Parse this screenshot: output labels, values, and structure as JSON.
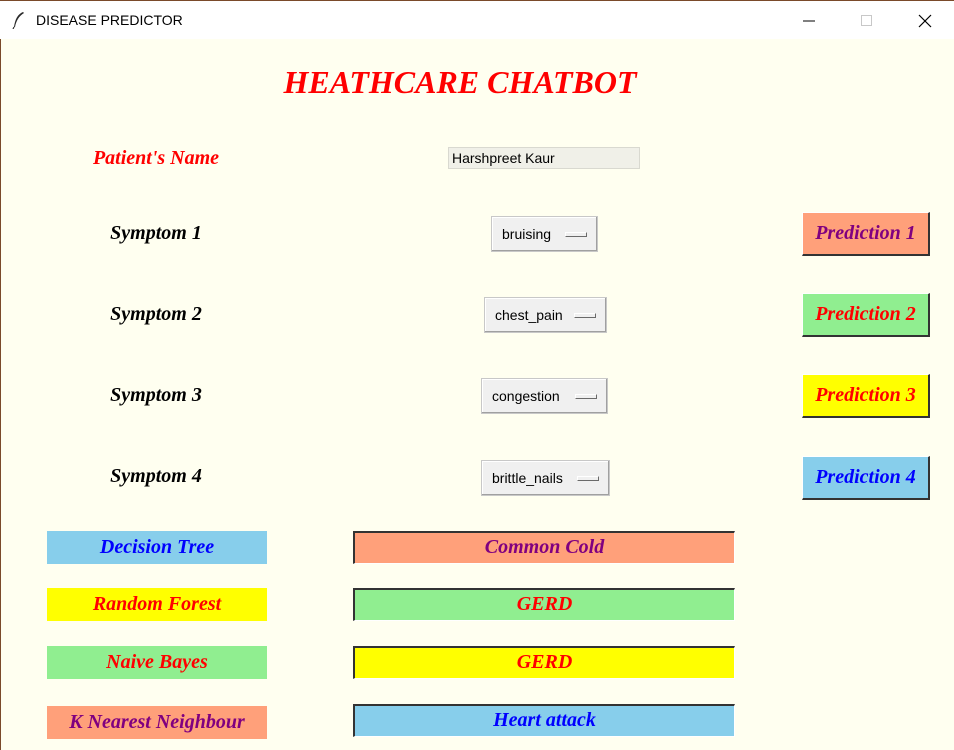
{
  "window": {
    "title": "DISEASE PREDICTOR"
  },
  "heading": "HEATHCARE CHATBOT",
  "patient": {
    "label": "Patient's Name",
    "value": "Harshpreet Kaur"
  },
  "symptoms": [
    {
      "label": "Symptom 1",
      "value": "bruising"
    },
    {
      "label": "Symptom 2",
      "value": "chest_pain"
    },
    {
      "label": "Symptom 3",
      "value": "congestion"
    },
    {
      "label": "Symptom 4",
      "value": "brittle_nails"
    }
  ],
  "predictions": [
    {
      "label": "Prediction 1",
      "bg": "#ffa07a",
      "fg": "#800080"
    },
    {
      "label": "Prediction 2",
      "bg": "#90ee90",
      "fg": "#ff0000"
    },
    {
      "label": "Prediction 3",
      "bg": "#ffff00",
      "fg": "#ff0000"
    },
    {
      "label": "Prediction 4",
      "bg": "#87ceeb",
      "fg": "#0000ff"
    }
  ],
  "algorithms": [
    {
      "label": "Decision Tree",
      "bg": "#87ceeb",
      "fg": "#0000ff"
    },
    {
      "label": "Random Forest",
      "bg": "#ffff00",
      "fg": "#ff0000"
    },
    {
      "label": "Naive Bayes",
      "bg": "#90ee90",
      "fg": "#ff0000"
    },
    {
      "label": "K Nearest Neighbour",
      "bg": "#ffa07a",
      "fg": "#800080"
    }
  ],
  "results": [
    {
      "value": "Common Cold",
      "bg": "#ffa07a",
      "fg": "#800080"
    },
    {
      "value": "GERD",
      "bg": "#90ee90",
      "fg": "#ff0000"
    },
    {
      "value": "GERD",
      "bg": "#ffff00",
      "fg": "#ff0000"
    },
    {
      "value": "Heart attack",
      "bg": "#87ceeb",
      "fg": "#0000ff"
    }
  ],
  "colors": {
    "label_red": "#ff0000",
    "label_black": "#000000",
    "background": "#fffff0"
  },
  "icons": {
    "app": "feather-icon",
    "minimize": "minimize-icon",
    "maximize": "maximize-icon",
    "close": "close-icon"
  }
}
